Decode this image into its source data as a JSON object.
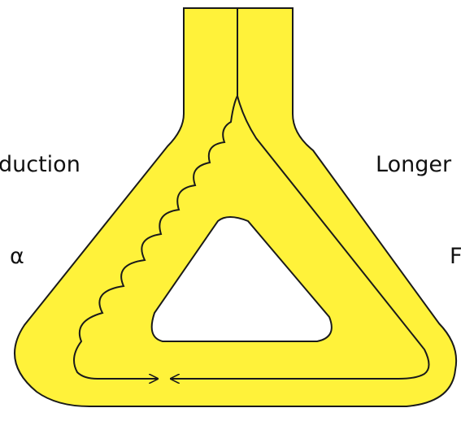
{
  "diagram": {
    "labels": {
      "left_top": "duction",
      "left_bottom": "α",
      "right_top": "Longer",
      "right_bottom": "F"
    },
    "colors": {
      "conduit_fill": "#fff23a",
      "outline": "#1a1a1a",
      "background": "#ffffff"
    }
  }
}
